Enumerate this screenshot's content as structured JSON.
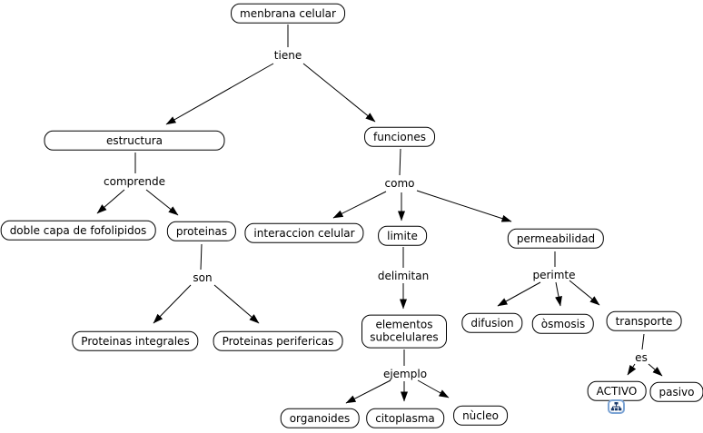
{
  "diagram": {
    "type": "concept-map",
    "root_concept": "menbrana celular"
  },
  "colors": {
    "background": "#ffffff",
    "node_fill": "#ffffff",
    "node_border": "#000000",
    "text": "#000000",
    "line": "#000000",
    "submap_icon_border": "#7ba3d4",
    "submap_icon_glyph": "#1b3a6b"
  },
  "nodes": {
    "menbrana_celular": {
      "label": "menbrana celular"
    },
    "estructura": {
      "label": "estructura"
    },
    "funciones": {
      "label": "funciones"
    },
    "doble_capa": {
      "label": "doble capa de fofolipidos"
    },
    "proteinas": {
      "label": "proteinas"
    },
    "interaccion_celular": {
      "label": "interaccion celular"
    },
    "limite": {
      "label": "limite"
    },
    "permeabilidad": {
      "label": "permeabilidad"
    },
    "proteinas_integrales": {
      "label": "Proteinas integrales"
    },
    "proteinas_perifericas": {
      "label": "Proteinas perifericas"
    },
    "elementos_subcelulares": {
      "label": "elementos subcelulares"
    },
    "difusion": {
      "label": "difusion"
    },
    "osmosis": {
      "label": "òsmosis"
    },
    "transporte": {
      "label": "transporte"
    },
    "activo": {
      "label": "ACTIVO"
    },
    "pasivo": {
      "label": "pasivo"
    },
    "organoides": {
      "label": "organoides"
    },
    "citoplasma": {
      "label": "citoplasma"
    },
    "nucleo": {
      "label": "nùcleo"
    }
  },
  "link_labels": {
    "tiene": "tiene",
    "comprende": "comprende",
    "son": "son",
    "como": "como",
    "delimitan": "delimitan",
    "perimte": "perimte",
    "ejemplo": "ejemplo",
    "es": "es"
  },
  "icons": {
    "activo_submap": "tree-diagram-icon"
  },
  "relations": [
    {
      "from": "menbrana celular",
      "phrase": "tiene",
      "to": [
        "estructura",
        "funciones"
      ]
    },
    {
      "from": "estructura",
      "phrase": "comprende",
      "to": [
        "doble capa de fofolipidos",
        "proteinas"
      ]
    },
    {
      "from": "proteinas",
      "phrase": "son",
      "to": [
        "Proteinas integrales",
        "Proteinas perifericas"
      ]
    },
    {
      "from": "funciones",
      "phrase": "como",
      "to": [
        "interaccion celular",
        "limite",
        "permeabilidad"
      ]
    },
    {
      "from": "limite",
      "phrase": "delimitan",
      "to": [
        "elementos subcelulares"
      ]
    },
    {
      "from": "elementos subcelulares",
      "phrase": "ejemplo",
      "to": [
        "organoides",
        "citoplasma",
        "nùcleo"
      ]
    },
    {
      "from": "permeabilidad",
      "phrase": "perimte",
      "to": [
        "difusion",
        "òsmosis",
        "transporte"
      ]
    },
    {
      "from": "transporte",
      "phrase": "es",
      "to": [
        "ACTIVO",
        "pasivo"
      ]
    }
  ]
}
